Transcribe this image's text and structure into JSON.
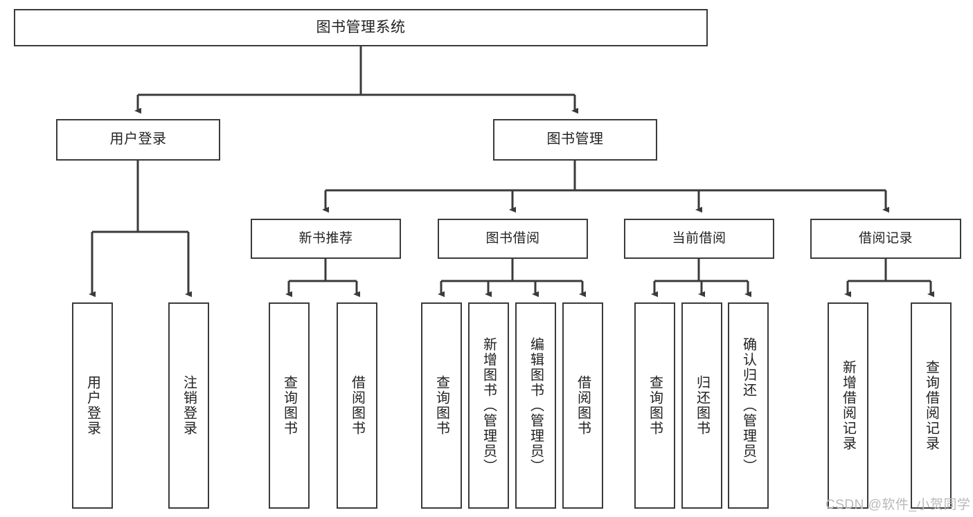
{
  "diagram": {
    "type": "tree-hierarchy-chart",
    "title": "图书管理系统",
    "levels": 4,
    "colors": {
      "stroke": "#3a3a3a",
      "fill": "#ffffff",
      "text": "#222222",
      "watermark": "#b9b9b9"
    },
    "root": {
      "label": "图书管理系统"
    },
    "level2": [
      {
        "id": "user-login",
        "label": "用户登录"
      },
      {
        "id": "book-management",
        "label": "图书管理"
      }
    ],
    "level3": [
      {
        "id": "new-book-recommend",
        "label": "新书推荐",
        "parent": "book-management"
      },
      {
        "id": "book-borrow",
        "label": "图书借阅",
        "parent": "book-management"
      },
      {
        "id": "current-borrow",
        "label": "当前借阅",
        "parent": "book-management"
      },
      {
        "id": "borrow-record",
        "label": "借阅记录",
        "parent": "book-management"
      }
    ],
    "leaves": {
      "user-login": [
        {
          "id": "leaf-user-login",
          "label": "用户登录"
        },
        {
          "id": "leaf-user-logout",
          "label": "注销登录"
        }
      ],
      "new-book-recommend": [
        {
          "id": "leaf-query-book-1",
          "label": "查询图书"
        },
        {
          "id": "leaf-borrow-book-1",
          "label": "借阅图书"
        }
      ],
      "book-borrow": [
        {
          "id": "leaf-query-book-2",
          "label": "查询图书"
        },
        {
          "id": "leaf-add-book",
          "label": "新增图书（管理员）"
        },
        {
          "id": "leaf-edit-book",
          "label": "编辑图书（管理员）"
        },
        {
          "id": "leaf-borrow-book-2",
          "label": "借阅图书"
        }
      ],
      "current-borrow": [
        {
          "id": "leaf-query-book-3",
          "label": "查询图书"
        },
        {
          "id": "leaf-return-book",
          "label": "归还图书"
        },
        {
          "id": "leaf-confirm-return",
          "label": "确认归还（管理员）"
        }
      ],
      "borrow-record": [
        {
          "id": "leaf-add-record",
          "label": "新增借阅记录"
        },
        {
          "id": "leaf-query-record",
          "label": "查询借阅记录"
        }
      ]
    }
  },
  "watermark": {
    "text": "CSDN @软件_小贺同学"
  }
}
